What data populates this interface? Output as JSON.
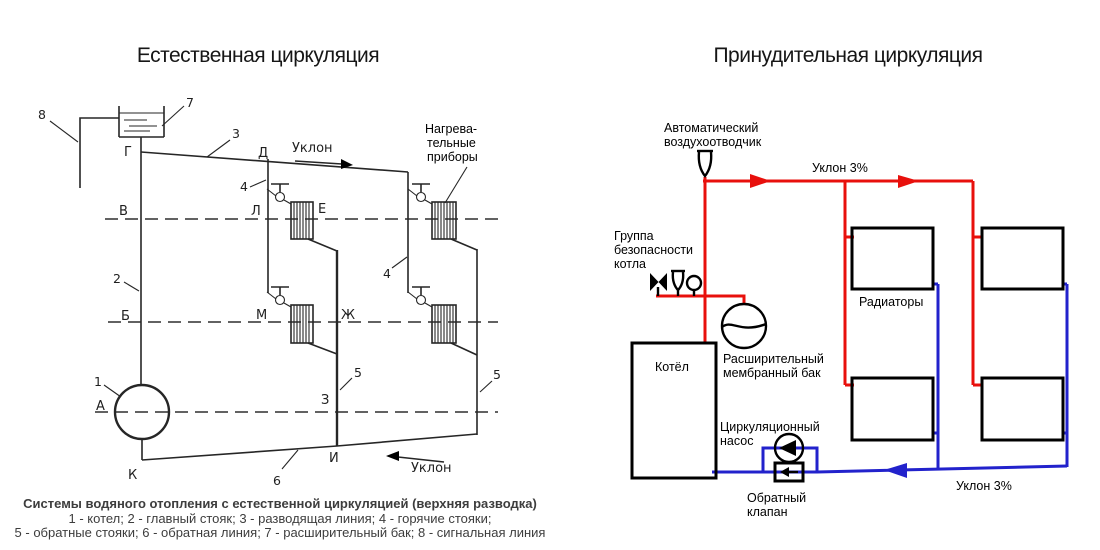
{
  "left_diagram": {
    "title": "Естественная циркуляция",
    "caption": {
      "title": "Системы водяного отопления с естественной циркуляцией (верхняя разводка)",
      "line2": "1 - котел; 2 - главный стояк; 3 - разводящая линия; 4 - горячие стояки;",
      "line3": "5 - обратные стояки; 6 - обратная линия; 7 - расширительный бак; 8 - сигнальная линия"
    },
    "labels": {
      "slope_top": "Уклон",
      "slope_bottom": "Уклон",
      "heaters_line1": "Нагрева-",
      "heaters_line2": "тельные",
      "heaters_line3": "приборы",
      "pt_g": "Г",
      "pt_d": "Д",
      "pt_v": "В",
      "pt_l": "Л",
      "pt_e": "Е",
      "pt_b": "Б",
      "pt_m": "М",
      "pt_zh": "Ж",
      "pt_a": "А",
      "pt_z": "З",
      "pt_k": "К",
      "pt_i": "И",
      "n1": "1",
      "n2": "2",
      "n3": "3",
      "n4": "4",
      "n5": "5",
      "n6": "6",
      "n7": "7",
      "n8": "8"
    }
  },
  "right_diagram": {
    "title": "Принудительная циркуляция",
    "labels": {
      "air_vent_line1": "Автоматический",
      "air_vent_line2": "воздухоотводчик",
      "slope_top": "Уклон 3%",
      "safety_line1": "Группа",
      "safety_line2": "безопасности",
      "safety_line3": "котла",
      "boiler": "Котёл",
      "tank_line1": "Расширительный",
      "tank_line2": "мембранный бак",
      "radiators": "Радиаторы",
      "pump_line1": "Циркуляционный",
      "pump_line2": "насос",
      "valve_line1": "Обратный",
      "valve_line2": "клапан",
      "slope_bottom": "Уклон 3%"
    },
    "colors": {
      "supply": "#e8100c",
      "return": "#2222cc",
      "outline": "#000000"
    }
  }
}
